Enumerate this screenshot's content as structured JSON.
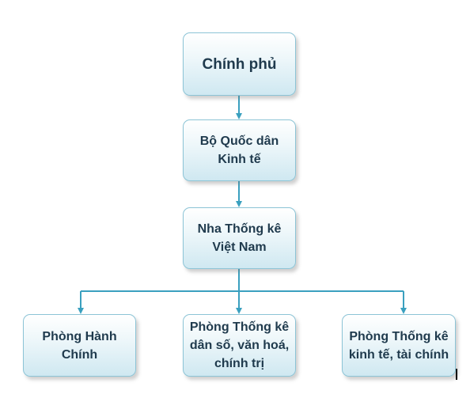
{
  "diagram": {
    "colors": {
      "connector": "#3aa0bf",
      "border": "#8cc4d6",
      "text": "#1f3a4d"
    },
    "nodes": {
      "government": "Chính phủ",
      "ministry_line1": "Bộ Quốc dân",
      "ministry_line2": "Kinh tế",
      "statistics_line1": "Nha Thống kê",
      "statistics_line2": "Việt Nam",
      "admin_line1": "Phòng Hành",
      "admin_line2": "Chính",
      "population_line1": "Phòng Thống kê",
      "population_line2": "dân số, văn hoá,",
      "population_line3": "chính trị",
      "economic_line1": "Phòng Thống kê",
      "economic_line2": "kinh tế, tài chính"
    }
  }
}
